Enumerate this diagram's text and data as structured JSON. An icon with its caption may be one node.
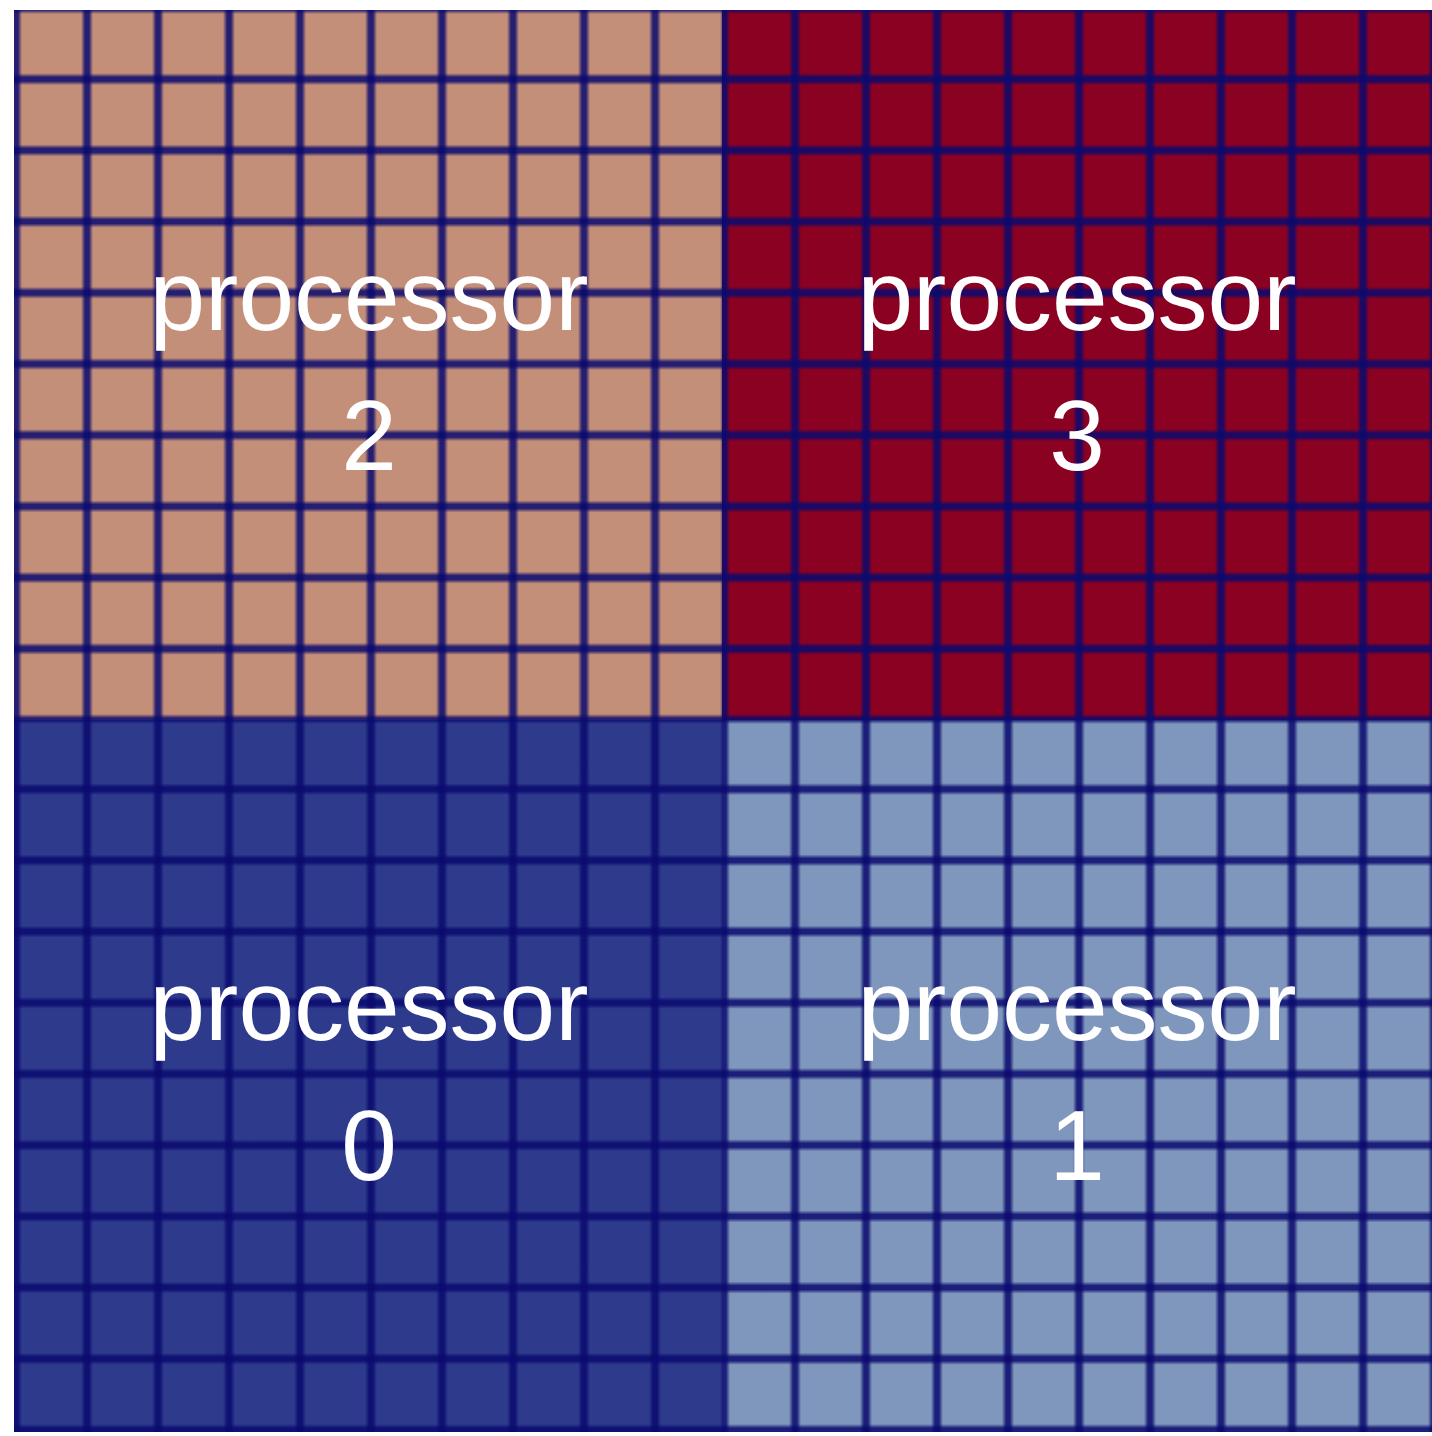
{
  "diagram": {
    "nodes": [
      {
        "text": [
          "processor 2"
        ]
      },
      {
        "text": [
          "processor 3"
        ]
      },
      {
        "text": [
          "processor 0"
        ]
      },
      {
        "text": [
          "processor 1"
        ]
      }
    ]
  }
}
